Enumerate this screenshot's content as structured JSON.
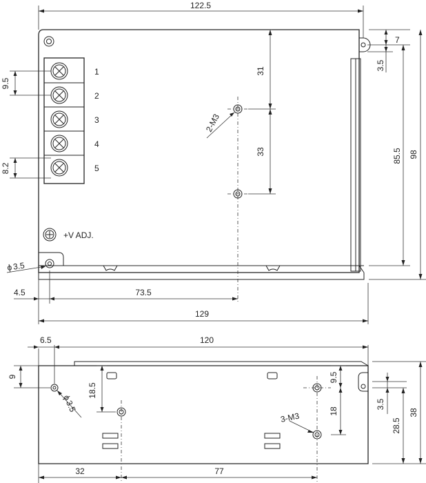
{
  "top_view": {
    "dims": {
      "width_top": "122.5",
      "hole_top_offset": "7",
      "hole_top_offset_b": "3.5",
      "screw_pitch": "9.5",
      "screw_height": "8.2",
      "mount_upper": "31",
      "mount_lower": "33",
      "thread_2": "2-M3",
      "height_inner": "85.5",
      "height_total": "98",
      "hole_dia": "3.5",
      "left_offset": "4.5",
      "mount_x": "73.5",
      "width_total": "129"
    },
    "terminals": [
      "1",
      "2",
      "3",
      "4",
      "5"
    ],
    "vadj_label": "+V ADJ.",
    "phi_symbol": "ϕ"
  },
  "side_view": {
    "dims": {
      "left_offset": "6.5",
      "width_top": "120",
      "hole_height": "9",
      "hole_dia": "3.5",
      "mount_v": "18.5",
      "thread_3": "3-M3",
      "right_upper": "9.5",
      "right_mid": "18",
      "slot_offset": "3.5",
      "right_lower": "28.5",
      "height_total": "38",
      "bottom_left": "32",
      "bottom_mid": "77"
    },
    "phi_symbol": "ϕ"
  }
}
